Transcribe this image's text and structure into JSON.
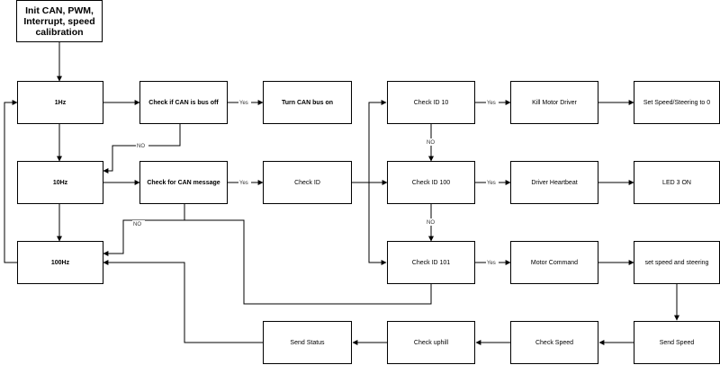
{
  "nodes": {
    "init": "Init CAN, PWM, Interrupt, speed calibration",
    "hz1": "1Hz",
    "hz10": "10Hz",
    "hz100": "100Hz",
    "check_bus_off": "Check if CAN is bus off",
    "turn_bus_on": "Turn CAN bus on",
    "check_msg": "Check for CAN message",
    "check_id": "Check ID",
    "check_id_10": "Check ID 10",
    "check_id_100": "Check ID 100",
    "check_id_101": "Check ID 101",
    "kill_motor": "Kill Motor Driver",
    "set_speed_zero": "Set Speed/Steering to 0",
    "driver_heartbeat": "Driver Heartbeat",
    "led3": "LED 3 ON",
    "motor_command": "Motor Command",
    "set_speed_steering": "set speed and steering",
    "send_speed": "Send Speed",
    "check_speed": "Check Speed",
    "check_uphill": "Check uphill",
    "send_status": "Send Status"
  },
  "edge_labels": {
    "yes": "Yes",
    "no": "NO"
  },
  "colors": {
    "line": "#000000",
    "box_border": "#000000",
    "background": "#ffffff"
  }
}
